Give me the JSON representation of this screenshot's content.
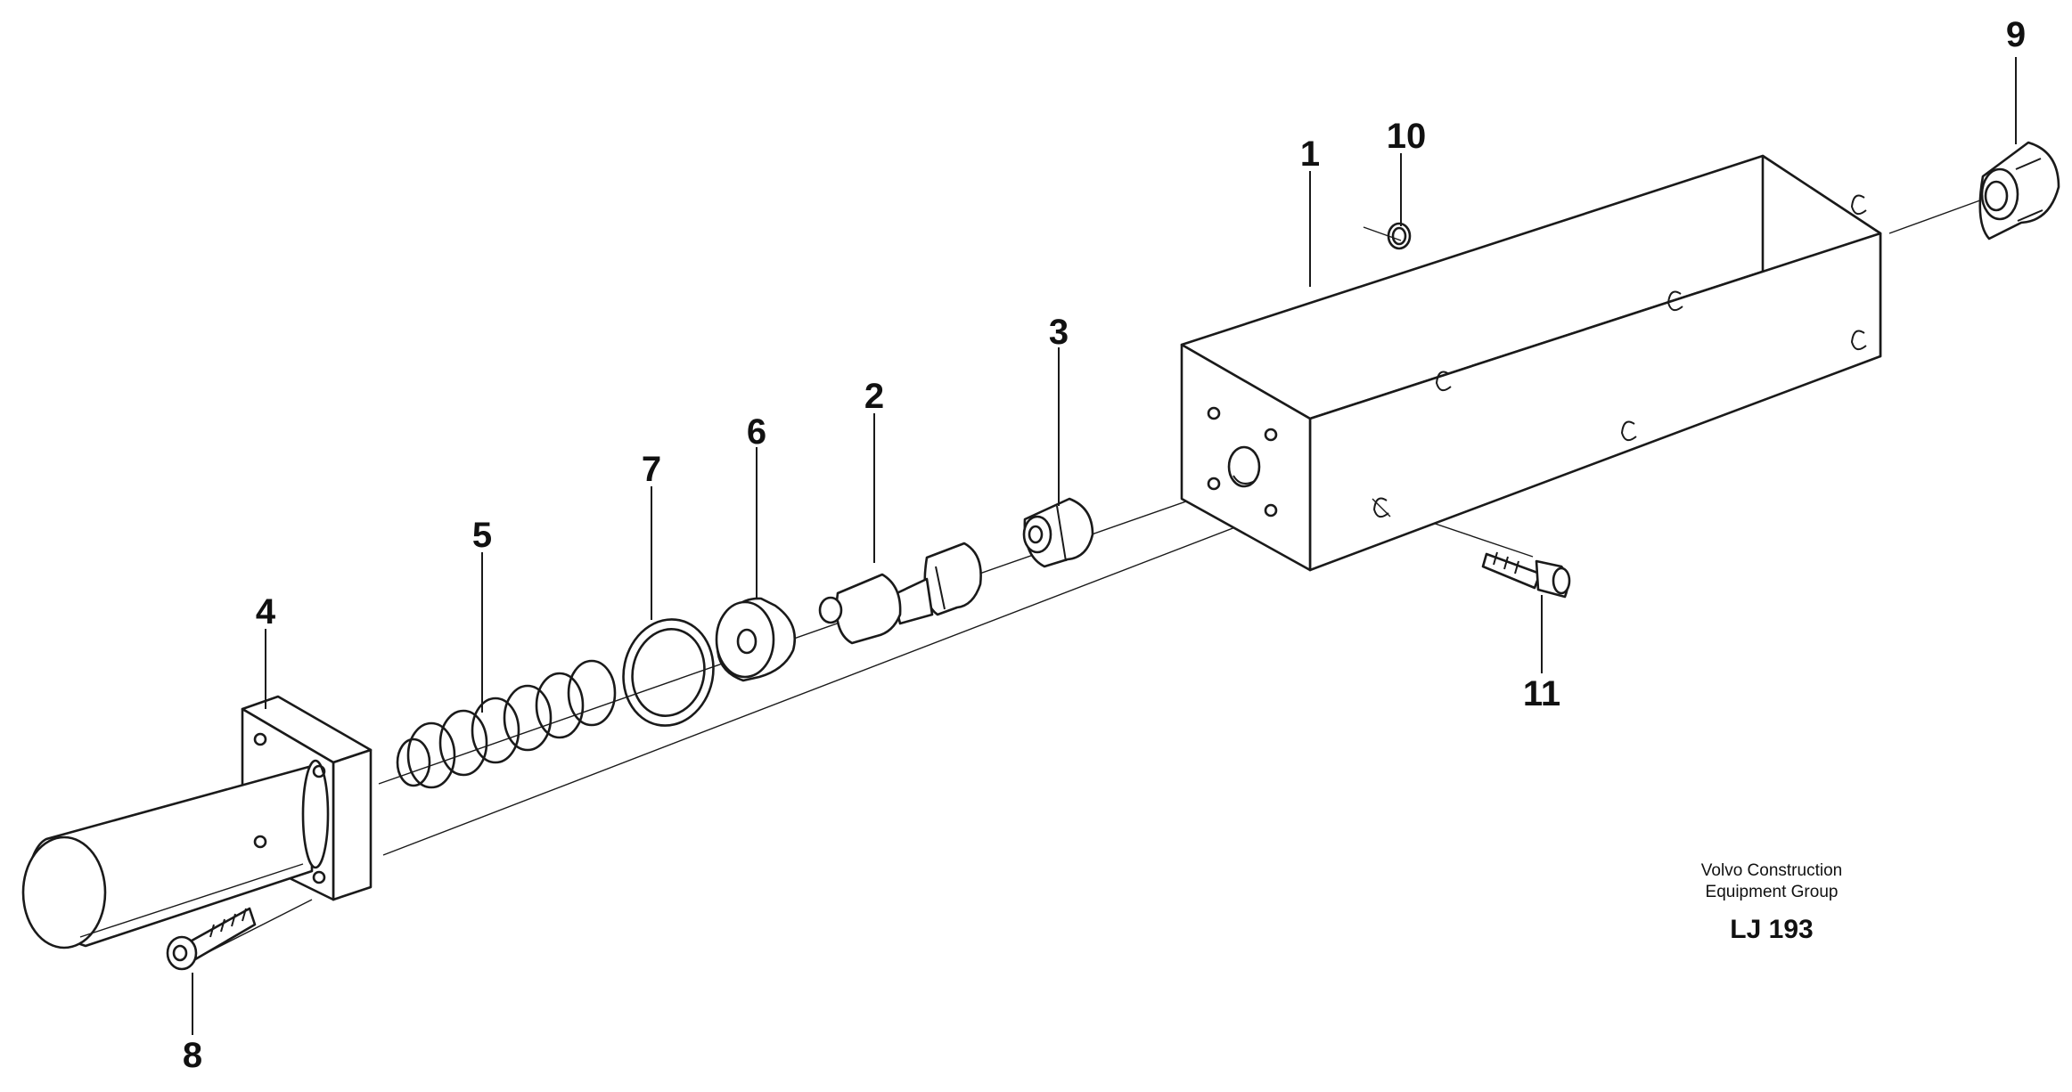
{
  "diagram": {
    "callouts": [
      {
        "id": "1",
        "label": "1"
      },
      {
        "id": "2",
        "label": "2"
      },
      {
        "id": "3",
        "label": "3"
      },
      {
        "id": "4",
        "label": "4"
      },
      {
        "id": "5",
        "label": "5"
      },
      {
        "id": "6",
        "label": "6"
      },
      {
        "id": "7",
        "label": "7"
      },
      {
        "id": "8",
        "label": "8"
      },
      {
        "id": "9",
        "label": "9"
      },
      {
        "id": "10",
        "label": "10"
      },
      {
        "id": "11",
        "label": "11"
      }
    ],
    "credit": {
      "line1": "Volvo Construction",
      "line2": "Equipment Group",
      "code": "LJ 193"
    }
  }
}
